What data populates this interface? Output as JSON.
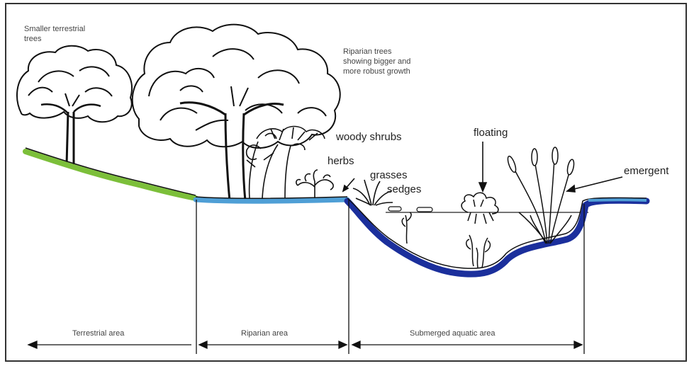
{
  "labels": {
    "smaller_trees_line1": "Smaller terrestrial",
    "smaller_trees_line2": "trees",
    "riparian_trees_line1": "Riparian trees",
    "riparian_trees_line2": "showing bigger and",
    "riparian_trees_line3": "more robust growth",
    "woody_shrubs": "woody shrubs",
    "herbs": "herbs",
    "grasses": "grasses",
    "sedges": "sedges",
    "floating": "floating",
    "emergent": "emergent"
  },
  "zones": {
    "terrestrial": "Terrestrial area",
    "riparian": "Riparian area",
    "aquatic": "Submerged aquatic area"
  },
  "colors": {
    "terrestrial_ground": "#7cbf3a",
    "riparian_ground": "#4f9fd6",
    "channel": "#1b2f9c",
    "outline": "#111111"
  }
}
